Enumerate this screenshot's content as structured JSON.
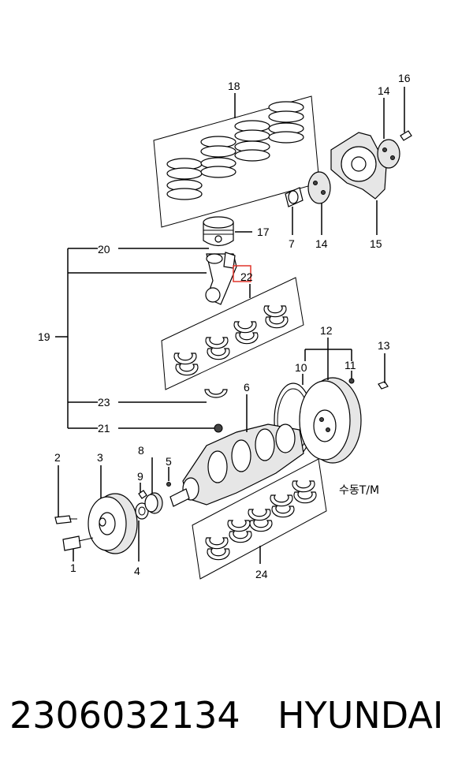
{
  "callouts": {
    "c1": "1",
    "c2": "2",
    "c3": "3",
    "c4": "4",
    "c5": "5",
    "c6": "6",
    "c7": "7",
    "c8": "8",
    "c9": "9",
    "c10": "10",
    "c11": "11",
    "c12": "12",
    "c13": "13",
    "c14a": "14",
    "c14b": "14",
    "c15": "15",
    "c16": "16",
    "c17": "17",
    "c18": "18",
    "c19": "19",
    "c20": "20",
    "c21": "21",
    "c22": "22",
    "c23": "23",
    "c24": "24"
  },
  "annotation": "수동T/M",
  "highlight_color": "#e0352b",
  "footer": {
    "part_number": "2306032134",
    "brand": "HYUNDAI"
  }
}
